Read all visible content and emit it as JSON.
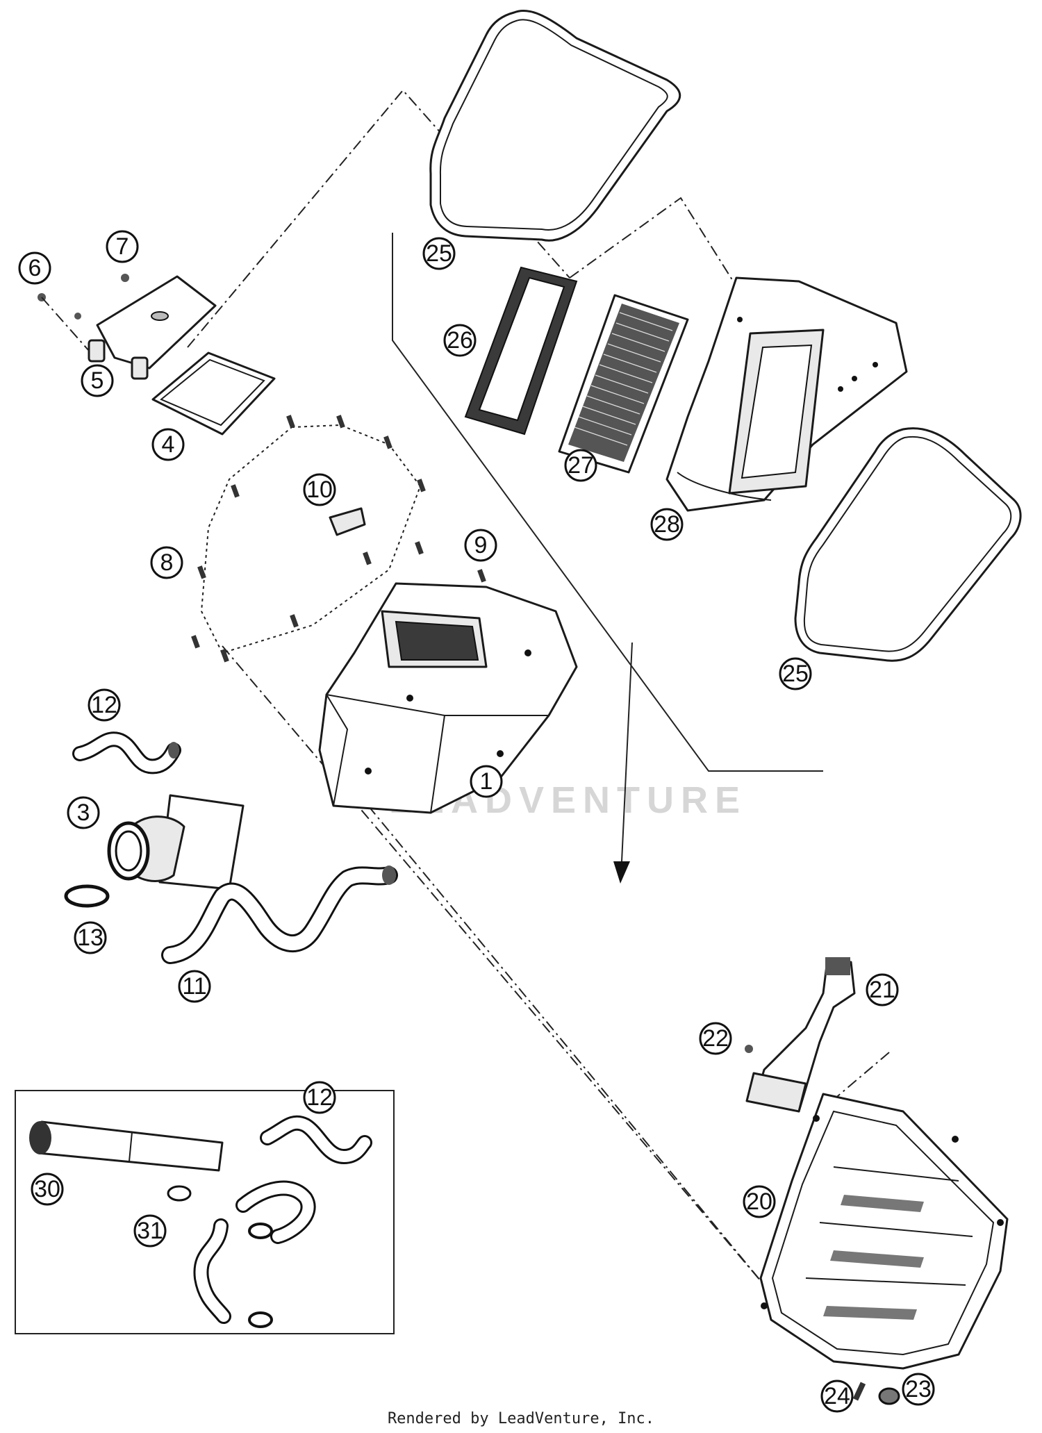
{
  "diagram": {
    "watermark": "LEADVENTURE",
    "footer": "Rendered by LeadVenture, Inc.",
    "callouts": [
      {
        "id": "c1",
        "label": "1"
      },
      {
        "id": "c3",
        "label": "3"
      },
      {
        "id": "c4",
        "label": "4"
      },
      {
        "id": "c5",
        "label": "5"
      },
      {
        "id": "c6",
        "label": "6"
      },
      {
        "id": "c7",
        "label": "7"
      },
      {
        "id": "c8",
        "label": "8"
      },
      {
        "id": "c9",
        "label": "9"
      },
      {
        "id": "c10",
        "label": "10"
      },
      {
        "id": "c11",
        "label": "11"
      },
      {
        "id": "c12a",
        "label": "12"
      },
      {
        "id": "c12b",
        "label": "12"
      },
      {
        "id": "c13",
        "label": "13"
      },
      {
        "id": "c20",
        "label": "20"
      },
      {
        "id": "c21",
        "label": "21"
      },
      {
        "id": "c22",
        "label": "22"
      },
      {
        "id": "c23",
        "label": "23"
      },
      {
        "id": "c24",
        "label": "24"
      },
      {
        "id": "c25a",
        "label": "25"
      },
      {
        "id": "c25b",
        "label": "25"
      },
      {
        "id": "c26",
        "label": "26"
      },
      {
        "id": "c27",
        "label": "27"
      },
      {
        "id": "c28",
        "label": "28"
      },
      {
        "id": "c30",
        "label": "30"
      },
      {
        "id": "c31",
        "label": "31"
      }
    ]
  }
}
